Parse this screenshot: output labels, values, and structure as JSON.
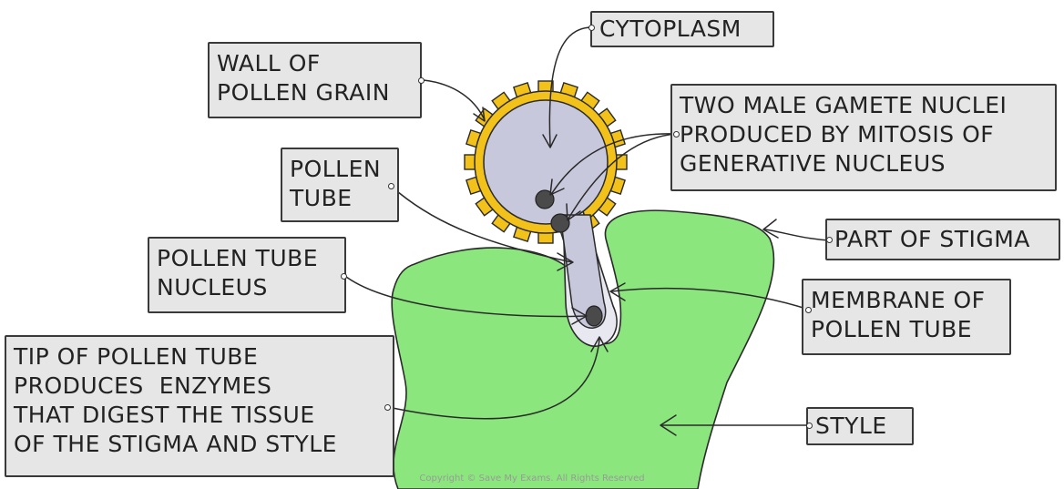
{
  "labels": {
    "wall_of_pollen_grain": "WALL OF\nPOLLEN GRAIN",
    "cytoplasm": "CYTOPLASM",
    "two_male_gamete_nuclei": "TWO MALE GAMETE NUCLEI\nPRODUCED BY MITOSIS OF\nGENERATIVE NUCLEUS",
    "pollen_tube": "POLLEN\nTUBE",
    "part_of_stigma": "PART OF STIGMA",
    "pollen_tube_nucleus": "POLLEN TUBE\nNUCLEUS",
    "membrane_of_pollen_tube": "MEMBRANE OF\nPOLLEN TUBE",
    "tip_of_pollen_tube": "TIP OF POLLEN TUBE\nPRODUCES  ENZYMES\nTHAT DIGEST THE TISSUE\nOF THE STIGMA AND STYLE",
    "style": "STYLE"
  },
  "copyright": "Copyright © Save My Exams. All Rights Reserved",
  "colors": {
    "stigma_fill": "#8ae67d",
    "grain_fill": "#c8c8dc",
    "grain_wall": "#f2c21a",
    "nucleus": "#4a4a4a",
    "label_fill": "#e6e6e6",
    "outline": "#2a2a2a"
  }
}
